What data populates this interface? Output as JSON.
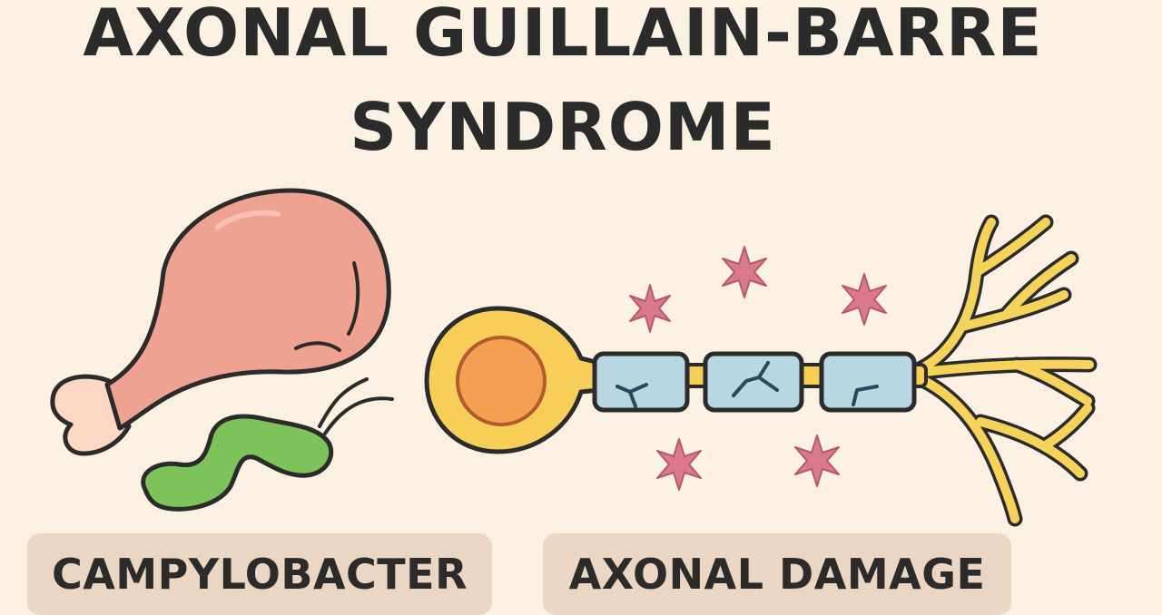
{
  "title": {
    "line1": "AXONAL GUILLAIN-BARRE",
    "line2": "SYNDROME"
  },
  "labels": {
    "left": "CAMPYLOBACTER",
    "right": "AXONAL DAMAGE"
  },
  "icons": {
    "left": [
      "chicken-drumstick-icon",
      "campylobacter-bacterium-icon"
    ],
    "right": [
      "neuron-icon",
      "immune-attack-star-icon"
    ]
  },
  "colors": {
    "background": "#fbf1e3",
    "chicken": "#f0a292",
    "bone": "#fbd7c4",
    "bacterium": "#7cc35a",
    "cell_body": "#f7cf58",
    "nucleus": "#f2a152",
    "myelin": "#b9d6e3",
    "dendrites": "#f5d25a",
    "immune_star": "#d9798a",
    "label_bg": "#ead6c2",
    "text": "#2b2b2b"
  }
}
